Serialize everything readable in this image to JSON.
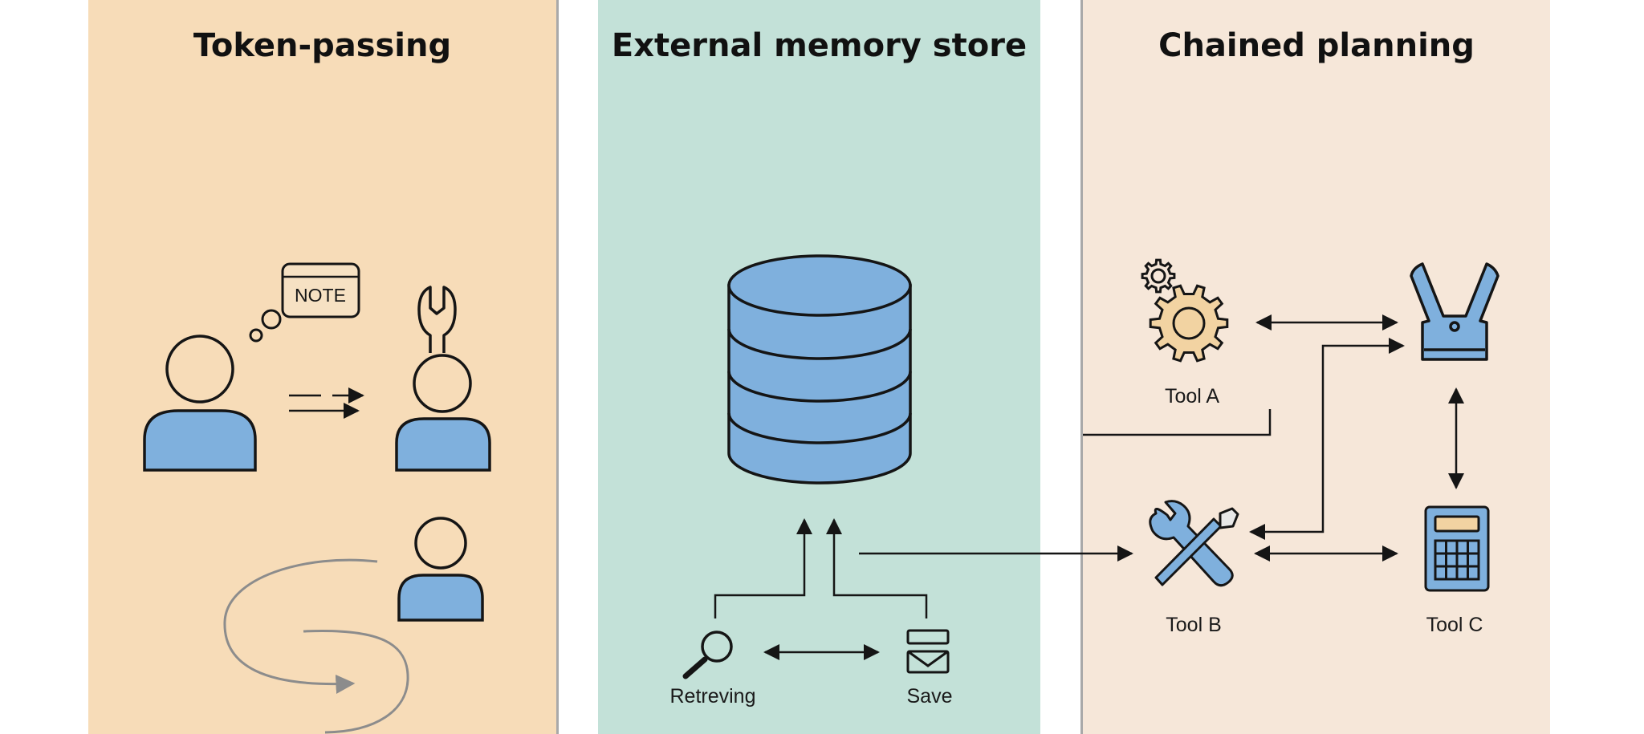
{
  "colors": {
    "panel_token": "#f7dcb8",
    "panel_memory": "#c3e1d8",
    "panel_planning": "#f6e7d9",
    "figure_fill": "#7fb0dd",
    "gear_fill": "#f2d3a2",
    "stroke": "#151515",
    "loop_arrow": "#8c8c8c"
  },
  "panels": [
    {
      "title": "Token-passing"
    },
    {
      "title": "External memory store"
    },
    {
      "title": "Chained planning"
    }
  ],
  "token_passing": {
    "note_label": "NOTE"
  },
  "memory": {
    "retrieve_label": "Retreving",
    "save_label": "Save"
  },
  "planning": {
    "tool_a_label": "Tool A",
    "tool_b_label": "Tool B",
    "tool_c_label": "Tool C"
  },
  "icons": {
    "person_1": "person-icon",
    "thought_bubble": "thought-bubble-icon",
    "note": "note-icon",
    "wrench_person": "wrench-person-icon",
    "person_3": "person-icon",
    "database": "database-icon",
    "magnifier": "magnifier-icon",
    "save": "save-tray-icon",
    "gears": "gear-icon",
    "robot_arm": "robot-arm-icon",
    "tools": "wrench-screwdriver-icon",
    "calculator": "calculator-icon"
  }
}
